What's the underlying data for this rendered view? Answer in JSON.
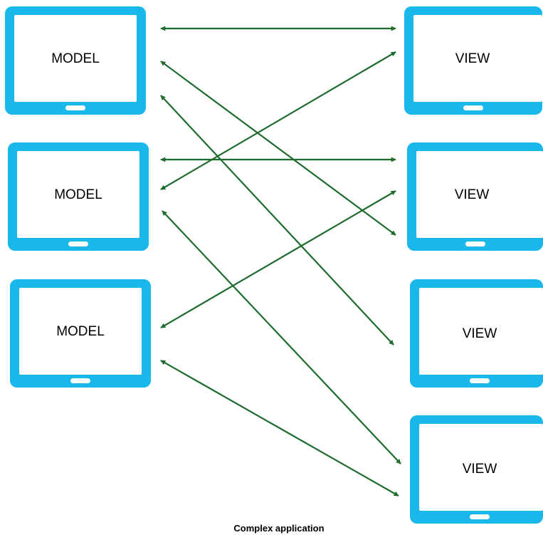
{
  "diagram": {
    "caption": "Complex application",
    "models": [
      {
        "label": "MODEL"
      },
      {
        "label": "MODEL"
      },
      {
        "label": "MODEL"
      }
    ],
    "views": [
      {
        "label": "VIEW"
      },
      {
        "label": "VIEW"
      },
      {
        "label": "VIEW"
      },
      {
        "label": "VIEW"
      }
    ],
    "connections": [
      {
        "from": "model-1",
        "to": "view-1"
      },
      {
        "from": "model-1",
        "to": "view-2"
      },
      {
        "from": "model-1",
        "to": "view-3"
      },
      {
        "from": "model-2",
        "to": "view-1"
      },
      {
        "from": "model-2",
        "to": "view-2"
      },
      {
        "from": "model-2",
        "to": "view-4"
      },
      {
        "from": "model-3",
        "to": "view-2"
      },
      {
        "from": "model-3",
        "to": "view-4"
      }
    ],
    "colors": {
      "device_frame": "#1ab8ea",
      "device_screen": "#ffffff",
      "home_button": "#ffffff",
      "arrow": "#1e6b2e"
    }
  }
}
